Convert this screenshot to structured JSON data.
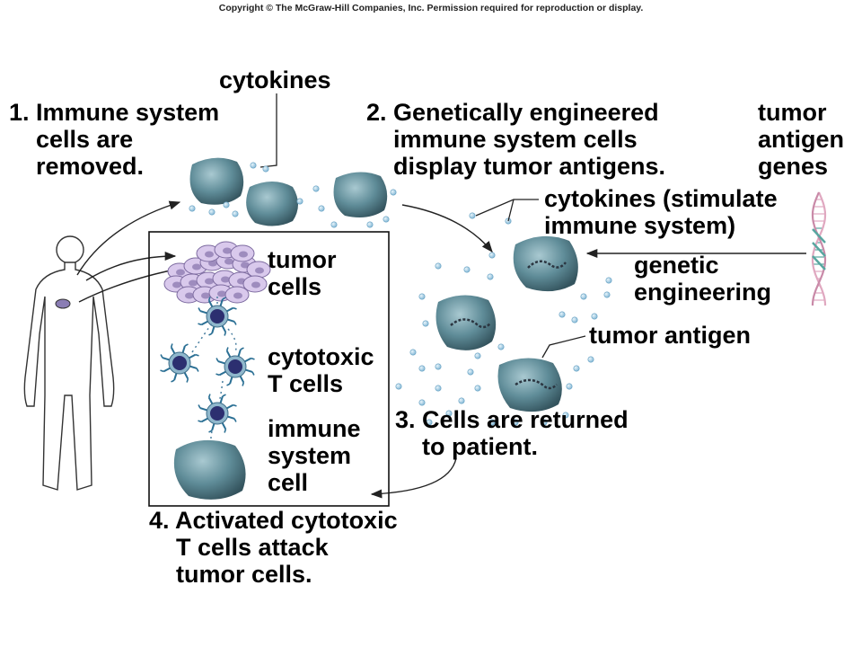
{
  "copyright": "Copyright © The McGraw-Hill Companies, Inc. Permission required for reproduction or display.",
  "colors": {
    "cell_fill": "#5f8c98",
    "cell_dark": "#34545e",
    "cell_light": "#a9c9d1",
    "cytokine": "#8fc3dd",
    "tumor_cell": "#d9c9ec",
    "tumor_nucleus": "#9e8cbe",
    "t_cell_body": "#2c2f70",
    "t_cell_receptor": "#2a6f94",
    "dna_pink": "#e0a8c0",
    "dna_teal": "#58a6a0"
  },
  "labels": {
    "step1": "1. Immune system\n    cells are\n    removed.",
    "cytokines_top": "cytokines",
    "step2": "2. Genetically engineered\n    immune system cells\n    display tumor antigens.",
    "tumor_antigen_genes": "tumor\nantigen\ngenes",
    "cytokines_stimulate": "cytokines (stimulate\nimmune system)",
    "genetic_engineering": "genetic\nengineering",
    "tumor_antigen": "tumor antigen",
    "step3": "3. Cells are returned\n    to patient.",
    "step4": "4. Activated cytotoxic\n    T cells attack\n    tumor cells.",
    "tumor_cells": "tumor\ncells",
    "cytotoxic_t_cells": "cytotoxic\nT cells",
    "immune_system_cell": "immune\nsystem\ncell"
  }
}
